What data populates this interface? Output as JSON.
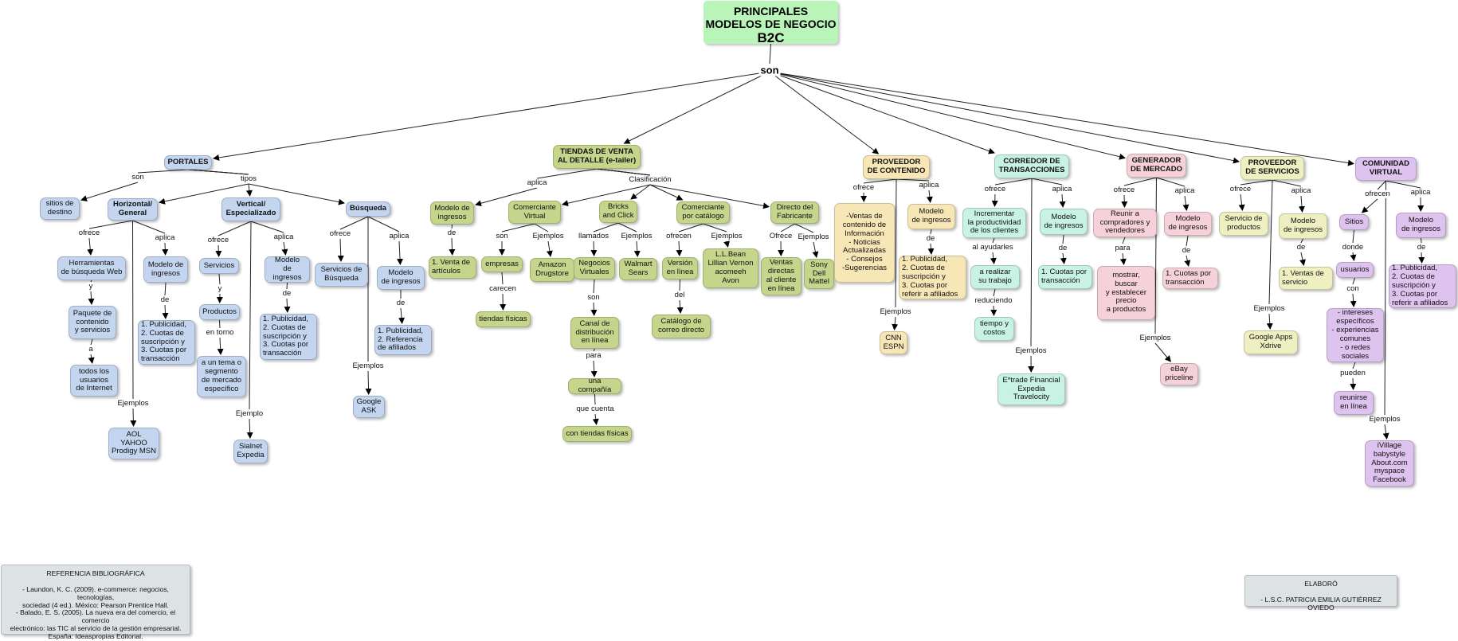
{
  "title": {
    "line1": "PRINCIPALES\nMODELOS DE NEGOCIO",
    "line2": "B2C",
    "color": "#b9f5b9"
  },
  "hub": "son",
  "colors": {
    "portales": "#c3d5ef",
    "tiendas": "#c6d58c",
    "contenido": "#f7e6b6",
    "corredor": "#c8f2e4",
    "mercado": "#f6d1d9",
    "servicios": "#eef0c2",
    "comunidad": "#dec3ef",
    "ref": "#dde2e4"
  },
  "nodes": [
    {
      "id": "portales",
      "text": "PORTALES",
      "bold": true,
      "color": "portales"
    },
    {
      "id": "p_sitios",
      "text": "sitios de\ndestino",
      "color": "portales"
    },
    {
      "id": "p_horiz",
      "text": "Horizontal/\nGeneral",
      "bold": true,
      "color": "portales"
    },
    {
      "id": "p_vert",
      "text": "Vertical/\nEspecializado",
      "bold": true,
      "color": "portales"
    },
    {
      "id": "p_busq",
      "text": "Búsqueda",
      "bold": true,
      "color": "portales"
    },
    {
      "id": "p_h_herr",
      "text": "Herramientas\nde búsqueda Web",
      "color": "portales"
    },
    {
      "id": "p_h_paq",
      "text": "Paquete de\ncontenido\ny servicios",
      "color": "portales"
    },
    {
      "id": "p_h_todos",
      "text": "todos los\nusuarios\nde Internet",
      "color": "portales"
    },
    {
      "id": "p_h_mod",
      "text": "Modelo de\ningresos",
      "color": "portales"
    },
    {
      "id": "p_h_pub",
      "text": "1. Publicidad,\n2. Cuotas de\nsuscripción y\n3. Cuotas por\ntransacción",
      "color": "portales",
      "left": true
    },
    {
      "id": "p_h_aol",
      "text": "AOL\nYAHOO\nProdigy MSN",
      "color": "portales"
    },
    {
      "id": "p_v_serv",
      "text": "Servicios",
      "color": "portales"
    },
    {
      "id": "p_v_prod",
      "text": "Productos",
      "color": "portales"
    },
    {
      "id": "p_v_tema",
      "text": "a un tema o\nsegmento\nde mercado\nespecífico",
      "color": "portales"
    },
    {
      "id": "p_v_mod",
      "text": "Modelo\nde ingresos",
      "color": "portales"
    },
    {
      "id": "p_v_pub",
      "text": "1. Publicidad,\n2. Cuotas de\nsuscripción y\n3. Cuotas por\ntransacción",
      "color": "portales",
      "left": true
    },
    {
      "id": "p_v_sial",
      "text": "Sialnet\nExpedia",
      "color": "portales"
    },
    {
      "id": "p_b_serv",
      "text": "Servicios de\nBúsqueda",
      "color": "portales"
    },
    {
      "id": "p_b_mod",
      "text": "Modelo\nde ingresos",
      "color": "portales"
    },
    {
      "id": "p_b_pub",
      "text": "1. Publicidad,\n2. Referencia\nde afiliados",
      "color": "portales",
      "left": true
    },
    {
      "id": "p_b_goo",
      "text": "Google\nASK",
      "color": "portales"
    },
    {
      "id": "tiendas",
      "text": "TIENDAS DE VENTA\nAL DETALLE (e-tailer)",
      "bold": true,
      "color": "tiendas"
    },
    {
      "id": "t_mod",
      "text": "Modelo de\ningresos",
      "color": "tiendas"
    },
    {
      "id": "t_venta",
      "text": "1. Venta de\nartículos",
      "color": "tiendas",
      "left": true
    },
    {
      "id": "t_cv",
      "text": "Comerciante\nVirtual",
      "color": "tiendas"
    },
    {
      "id": "t_emp",
      "text": "empresas",
      "color": "tiendas"
    },
    {
      "id": "t_tf",
      "text": "tiendas físicas",
      "color": "tiendas"
    },
    {
      "id": "t_amz",
      "text": "Amazon\nDrugstore",
      "color": "tiendas"
    },
    {
      "id": "t_bc",
      "text": "Bricks\nand Click",
      "color": "tiendas"
    },
    {
      "id": "t_nv",
      "text": "Negocios\nVirtuales",
      "color": "tiendas"
    },
    {
      "id": "t_canal",
      "text": "Canal de\ndistribución\nen línea",
      "color": "tiendas"
    },
    {
      "id": "t_comp",
      "text": "una compañía",
      "color": "tiendas"
    },
    {
      "id": "t_ctf",
      "text": "con tiendas físicas",
      "color": "tiendas"
    },
    {
      "id": "t_wal",
      "text": "Walmart\nSears",
      "color": "tiendas"
    },
    {
      "id": "t_cc",
      "text": "Comerciante\npor catálogo",
      "color": "tiendas"
    },
    {
      "id": "t_vl",
      "text": "Versión\nen línea",
      "color": "tiendas"
    },
    {
      "id": "t_cat",
      "text": "Catálogo de\ncorreo directo",
      "color": "tiendas"
    },
    {
      "id": "t_ll",
      "text": "L.L.Bean\nLillian Vernon\nacomeeh\nAvon",
      "color": "tiendas"
    },
    {
      "id": "t_df",
      "text": "Directo del\nFabricante",
      "color": "tiendas"
    },
    {
      "id": "t_vd",
      "text": "Ventas\ndirectas\nal cliente\nen línea",
      "color": "tiendas"
    },
    {
      "id": "t_sony",
      "text": "Sony\nDell\nMattel",
      "color": "tiendas"
    },
    {
      "id": "contenido",
      "text": "PROVEEDOR\nDE CONTENIDO",
      "bold": true,
      "color": "contenido"
    },
    {
      "id": "c_ventas",
      "text": "-Ventas de\ncontenido de\nInformación\n- Noticias\nActualizadas\n- Consejos\n-Sugerencias",
      "color": "contenido"
    },
    {
      "id": "c_mod",
      "text": "Modelo\nde ingresos",
      "color": "contenido"
    },
    {
      "id": "c_pub",
      "text": "1. Publicidad,\n2. Cuotas de\nsuscripción y\n3. Cuotas por\nreferir a afiliados",
      "color": "contenido",
      "left": true
    },
    {
      "id": "c_cnn",
      "text": "CNN\nESPN",
      "color": "contenido"
    },
    {
      "id": "corredor",
      "text": "CORREDOR DE\nTRANSACCIONES",
      "bold": true,
      "color": "corredor"
    },
    {
      "id": "co_inc",
      "text": "Incrementar\nla productividad\nde los clientes",
      "color": "corredor"
    },
    {
      "id": "co_real",
      "text": "a realizar\nsu trabajo",
      "color": "corredor"
    },
    {
      "id": "co_tiempo",
      "text": "tiempo y\ncostos",
      "color": "corredor"
    },
    {
      "id": "co_mod",
      "text": "Modelo\nde ingresos",
      "color": "corredor"
    },
    {
      "id": "co_cuotas",
      "text": "1. Cuotas por\ntransacción",
      "color": "corredor",
      "left": true
    },
    {
      "id": "co_etr",
      "text": "E*trade Financial\nExpedia\nTravelocity",
      "color": "corredor"
    },
    {
      "id": "mercado",
      "text": "GENERADOR\nDE MERCADO",
      "bold": true,
      "color": "mercado"
    },
    {
      "id": "m_reunir",
      "text": "Reunir a\ncompradores y\nvendedores",
      "color": "mercado"
    },
    {
      "id": "m_mostrar",
      "text": "mostrar,\nbuscar\ny establecer\nprecio\na productos",
      "color": "mercado"
    },
    {
      "id": "m_mod",
      "text": "Modelo\nde ingresos",
      "color": "mercado"
    },
    {
      "id": "m_cuotas",
      "text": "1. Cuotas por\ntransacción",
      "color": "mercado",
      "left": true
    },
    {
      "id": "m_ebay",
      "text": "eBay\npriceline",
      "color": "mercado"
    },
    {
      "id": "servicios",
      "text": "PROVEEDOR\nDE SERVICIOS",
      "bold": true,
      "color": "servicios"
    },
    {
      "id": "s_serv",
      "text": "Servicio de\nproductos",
      "color": "servicios"
    },
    {
      "id": "s_mod",
      "text": "Modelo\nde ingresos",
      "color": "servicios"
    },
    {
      "id": "s_ventas",
      "text": "1. Ventas de\nservicio",
      "color": "servicios",
      "left": true
    },
    {
      "id": "s_goo",
      "text": "Google Apps\nXdrive",
      "color": "servicios"
    },
    {
      "id": "comunidad",
      "text": "COMUNIDAD\nVIRTUAL",
      "bold": true,
      "color": "comunidad"
    },
    {
      "id": "cv_sitios",
      "text": "Sitios",
      "color": "comunidad"
    },
    {
      "id": "cv_usu",
      "text": "usuarios",
      "color": "comunidad"
    },
    {
      "id": "cv_int",
      "text": "- intereses\nespecíficos\n- experiencias\ncomunes\n- o redes\nsociales",
      "color": "comunidad"
    },
    {
      "id": "cv_reu",
      "text": "reunirse\nen línea",
      "color": "comunidad"
    },
    {
      "id": "cv_mod",
      "text": "Modelo\nde ingresos",
      "color": "comunidad"
    },
    {
      "id": "cv_pub",
      "text": "1. Publicidad,\n2. Cuotas de\nsuscripción y\n3. Cuotas por\nreferir a afiliados",
      "color": "comunidad",
      "left": true
    },
    {
      "id": "cv_vil",
      "text": "iVillage\nbabystyle\nAbout.com\nmyspace\nFacebook",
      "color": "comunidad"
    },
    {
      "id": "ref",
      "text": "REFERENCIA BIBLIOGRÁFICA\n\n- Laundon, K. C. (2009). e-commerce: negocios, tecnologías,\nsociedad (4 ed.). México: Pearson Prentice Hall.\n- Balado, E. S. (2005). La nueva era del comercio, el comercio\nelectrónico: las TIC al servicio de la gestión empresarial.\nEspaña: Ideaspropias Editorial.",
      "color": "ref",
      "kind": "ref"
    },
    {
      "id": "elab",
      "text": "ELABORÓ\n\n- L.S.C. PATRICIA EMILIA GUTIÉRREZ OVIEDO",
      "color": "ref",
      "kind": "ref"
    }
  ],
  "labels": [
    {
      "id": "l_p_son",
      "text": "son"
    },
    {
      "id": "l_p_tipos",
      "text": "tipos"
    },
    {
      "id": "l_ph_ofrece",
      "text": "ofrece"
    },
    {
      "id": "l_ph_y",
      "text": "y"
    },
    {
      "id": "l_ph_a",
      "text": "a"
    },
    {
      "id": "l_ph_aplica",
      "text": "aplica"
    },
    {
      "id": "l_ph_de",
      "text": "de"
    },
    {
      "id": "l_ph_ej",
      "text": "Ejemplos"
    },
    {
      "id": "l_pv_ofrece",
      "text": "ofrece"
    },
    {
      "id": "l_pv_y",
      "text": "y"
    },
    {
      "id": "l_pv_entorno",
      "text": "en torno"
    },
    {
      "id": "l_pv_aplica",
      "text": "aplica"
    },
    {
      "id": "l_pv_de",
      "text": "de"
    },
    {
      "id": "l_pv_ej",
      "text": "Ejemplo"
    },
    {
      "id": "l_pb_ofrece",
      "text": "ofrece"
    },
    {
      "id": "l_pb_aplica",
      "text": "aplica"
    },
    {
      "id": "l_pb_de",
      "text": "de"
    },
    {
      "id": "l_pb_ej",
      "text": "Ejemplos"
    },
    {
      "id": "l_t_aplica",
      "text": "aplica"
    },
    {
      "id": "l_t_clas",
      "text": "Clasificación"
    },
    {
      "id": "l_t_de",
      "text": "de"
    },
    {
      "id": "l_t_son",
      "text": "son"
    },
    {
      "id": "l_t_carecen",
      "text": "carecen"
    },
    {
      "id": "l_t_ej1",
      "text": "Ejemplos"
    },
    {
      "id": "l_t_llamados",
      "text": "llamados"
    },
    {
      "id": "l_t_son2",
      "text": "son"
    },
    {
      "id": "l_t_para",
      "text": "para"
    },
    {
      "id": "l_t_quecuenta",
      "text": "que cuenta"
    },
    {
      "id": "l_t_ej2",
      "text": "Ejemplos"
    },
    {
      "id": "l_t_ofrecen",
      "text": "ofrecen"
    },
    {
      "id": "l_t_del",
      "text": "del"
    },
    {
      "id": "l_t_ej3",
      "text": "Ejemplos"
    },
    {
      "id": "l_t_ofrece",
      "text": "Ofrece"
    },
    {
      "id": "l_t_ej4",
      "text": "Ejemplos"
    },
    {
      "id": "l_c_ofrece",
      "text": "ofrece"
    },
    {
      "id": "l_c_aplica",
      "text": "aplica"
    },
    {
      "id": "l_c_de",
      "text": "de"
    },
    {
      "id": "l_c_ej",
      "text": "Ejemplos"
    },
    {
      "id": "l_co_ofrece",
      "text": "ofrece"
    },
    {
      "id": "l_co_alay",
      "text": "al ayudarles"
    },
    {
      "id": "l_co_red",
      "text": "reduciendo"
    },
    {
      "id": "l_co_aplica",
      "text": "aplica"
    },
    {
      "id": "l_co_de",
      "text": "de"
    },
    {
      "id": "l_co_ej",
      "text": "Ejemplos"
    },
    {
      "id": "l_m_ofrece",
      "text": "ofrece"
    },
    {
      "id": "l_m_para",
      "text": "para"
    },
    {
      "id": "l_m_aplica",
      "text": "aplica"
    },
    {
      "id": "l_m_de",
      "text": "de"
    },
    {
      "id": "l_m_ej",
      "text": "Ejemplos"
    },
    {
      "id": "l_s_ofrece",
      "text": "ofrece"
    },
    {
      "id": "l_s_aplica",
      "text": "aplica"
    },
    {
      "id": "l_s_de",
      "text": "de"
    },
    {
      "id": "l_s_ej",
      "text": "Ejemplos"
    },
    {
      "id": "l_cv_ofrecen",
      "text": "ofrecen"
    },
    {
      "id": "l_cv_donde",
      "text": "donde"
    },
    {
      "id": "l_cv_con",
      "text": "con"
    },
    {
      "id": "l_cv_pueden",
      "text": "pueden"
    },
    {
      "id": "l_cv_aplica",
      "text": "aplica"
    },
    {
      "id": "l_cv_de",
      "text": "de"
    },
    {
      "id": "l_cv_ej",
      "text": "Ejemplos"
    }
  ]
}
